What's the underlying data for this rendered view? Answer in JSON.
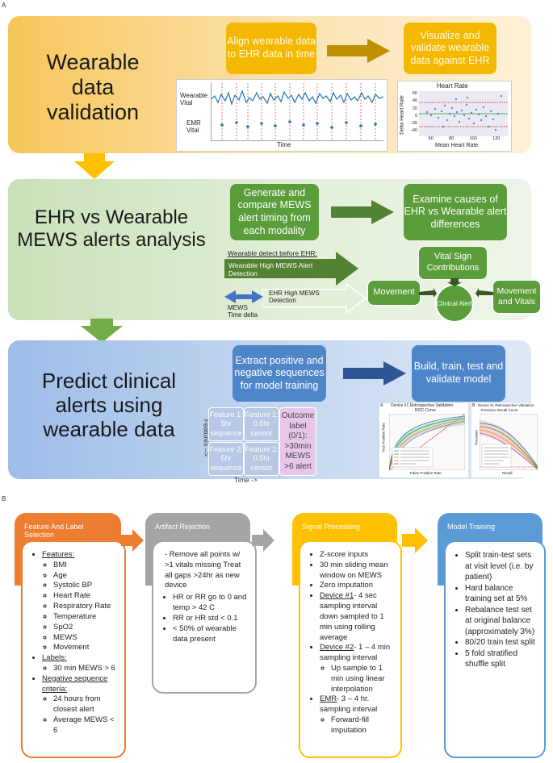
{
  "section_a": {
    "letter": "A",
    "row1": {
      "title": "Wearable data validation",
      "box_align": "Align wearable data to EHR data in time",
      "box_visualize": "Visualize and validate wearable data against EHR",
      "signal_plot": {
        "label_wearable": "Wearable Vital",
        "label_emr": "EMR Vital",
        "xlabel": "Time"
      },
      "bland_altman": {
        "title": "Heart Rate",
        "ylabel": "Delta Heart Rate",
        "xlabel": "Mean Heart Rate",
        "yticks": [
          "60",
          "40",
          "20",
          "0",
          "-20",
          "-40"
        ],
        "xticks": [
          "60",
          "80",
          "100",
          "120"
        ]
      }
    },
    "row2": {
      "title": "EHR vs Wearable MEWS alerts analysis",
      "box_generate": "Generate and compare MEWS alert timing from each modality",
      "box_examine": "Examine causes of EHR vs Wearable alert differences",
      "detect_heading": "Wearable detect before EHR:",
      "arrow_wearable": "Wearable High MEWS Alert Detection",
      "arrow_ehr": "EHR High MEWS Detection",
      "time_delta": "MEWS Time delta",
      "box_vital": "Vital Sign Contributions",
      "box_movement": "Movement",
      "box_movement_vitals": "Movement and Vitals",
      "circle_clinical": "Clinical Alert"
    },
    "row3": {
      "title": "Predict clinical alerts using wearable data",
      "box_extract": "Extract positive and negative sequences for model training",
      "box_build": "Build, train, test and validate model",
      "feature1_seq": "Feature 1: 5hr sequence",
      "feature1_censor": "Feature 1: 0.5hr censor",
      "feature2_seq": "Feature 2: 5hr sequence",
      "feature2_censor": "Feature 2: 0.5hr censor",
      "outcome": "Outcome label (0/1): >30min MEWS >6 alert",
      "features_axis": "Features -->",
      "time_axis": "Time ->",
      "roc": {
        "letter": "A",
        "title": "Device #1 Retrospective Validation",
        "subtitle": "ROC Curve",
        "xlabel": "False Positive Rate",
        "ylabel": "True Positive Rate"
      },
      "pr": {
        "letter": "B",
        "title": "Device #1 Retrospective Validation",
        "subtitle": "Precision Recall Curve",
        "xlabel": "Recall",
        "ylabel": "Precision"
      }
    }
  },
  "section_b": {
    "letter": "B",
    "stages": [
      {
        "title": "Feature And Label Selection",
        "color": "#ed7d31"
      },
      {
        "title": "Artifact Rejection",
        "color": "#a5a5a5"
      },
      {
        "title": "Signal Processing",
        "color": "#ffc000"
      },
      {
        "title": "Model Training",
        "color": "#5b9bd5"
      }
    ],
    "features": {
      "features_label": "Features:",
      "features_items": [
        "BMI",
        "Age",
        "Systolic BP",
        "Heart Rate",
        "Respiratory Rate",
        "Temperature",
        "SpO2",
        "MEWS",
        "Movement"
      ],
      "labels_label": "Labels:",
      "labels_items": [
        "30 min MEWS > 6"
      ],
      "negative_label": "Negative sequence criteria:",
      "negative_items": [
        "24 hours from closest alert",
        "Average MEWS < 6"
      ]
    },
    "artifact": {
      "intro": "- Remove all points w/ >1 vitals missing Treat all gaps >24hr as new device",
      "items": [
        "HR or RR go to 0 and temp > 42 C",
        "RR or HR std < 0.1",
        "< 50% of wearable data present"
      ]
    },
    "signal": {
      "item1": "Z-score inputs",
      "item2": "30 min sliding mean window on MEWS",
      "item3": "Zero imputation",
      "device1_label": "Device #1",
      "device1_text": "- 4 sec sampling interval down sampled to 1 min using rolling average",
      "device2_label": "Device #2",
      "device2_text": "- 1 – 4 min sampling interval",
      "device2_sub": "Up sample to 1 min using linear interpolation",
      "emr_label": "EMR",
      "emr_text": "- 3 – 4 hr. sampling interval",
      "emr_sub": "Forward-fill imputation"
    },
    "training": {
      "items": [
        "Split train-test sets at visit level (i.e. by patient)",
        "Hard balance training set at 5%",
        "Rebalance test set at original balance (approximately 3%)",
        "80/20 train test split",
        "5 fold stratified shuffle split"
      ]
    }
  }
}
